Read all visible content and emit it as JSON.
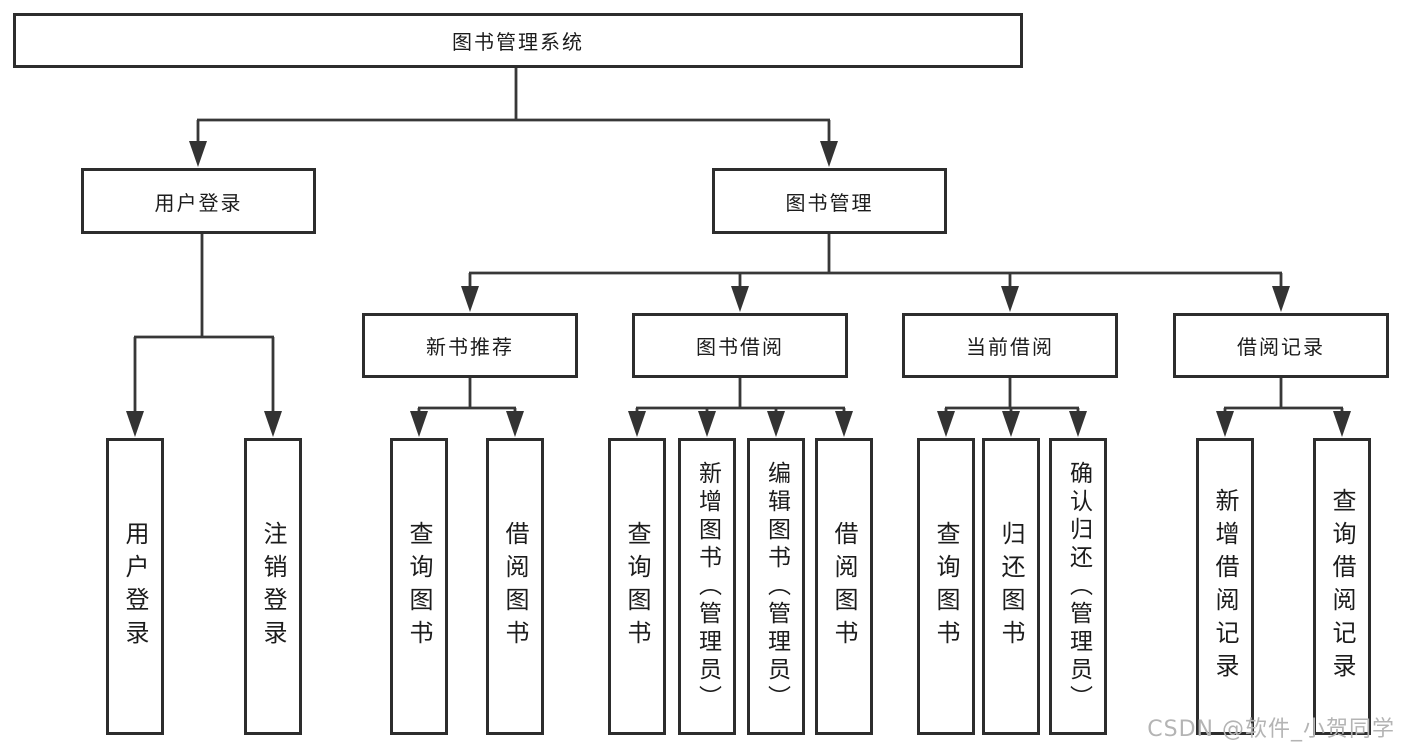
{
  "diagram": {
    "root": {
      "label": "图书管理系统"
    },
    "branches": [
      {
        "label": "用户登录",
        "children": [
          {
            "label": "用户登录"
          },
          {
            "label": "注销登录"
          }
        ]
      },
      {
        "label": "图书管理",
        "children": [
          {
            "label": "新书推荐",
            "children": [
              {
                "label": "查询图书"
              },
              {
                "label": "借阅图书"
              }
            ]
          },
          {
            "label": "图书借阅",
            "children": [
              {
                "label": "查询图书"
              },
              {
                "label": "新增图书（管理员）"
              },
              {
                "label": "编辑图书（管理员）"
              },
              {
                "label": "借阅图书"
              }
            ]
          },
          {
            "label": "当前借阅",
            "children": [
              {
                "label": "查询图书"
              },
              {
                "label": "归还图书"
              },
              {
                "label": "确认归还（管理员）"
              }
            ]
          },
          {
            "label": "借阅记录",
            "children": [
              {
                "label": "新增借阅记录"
              },
              {
                "label": "查询借阅记录"
              }
            ]
          }
        ]
      }
    ]
  },
  "watermark": {
    "text": "CSDN @软件_小贺同学"
  },
  "colors": {
    "line": "#383838",
    "arrow": "#333333",
    "box_border": "#2d2d2d",
    "text": "#1c1c1c",
    "watermark": "#b4b4b4"
  }
}
